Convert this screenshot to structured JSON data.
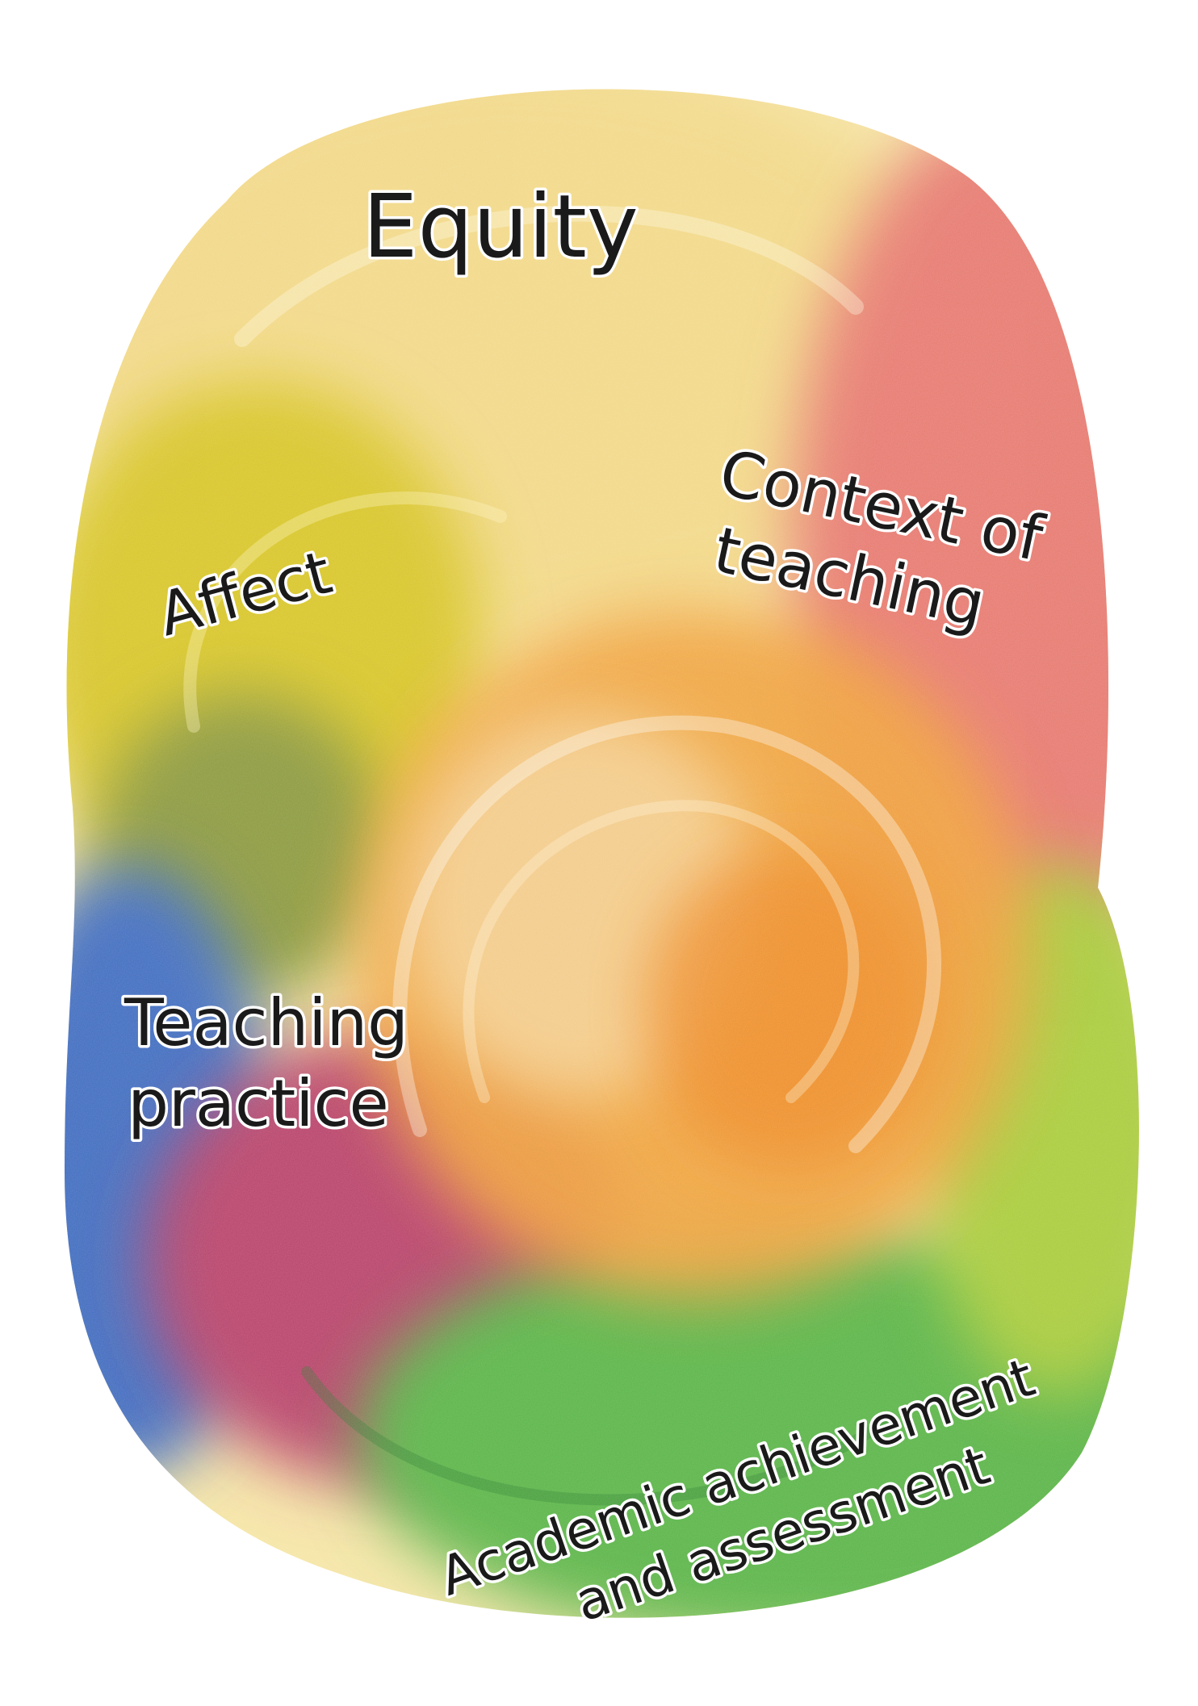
{
  "diagram": {
    "regions": [
      {
        "id": "equity",
        "color": "#f2d77a"
      },
      {
        "id": "context",
        "color": "#e8766f"
      },
      {
        "id": "affect",
        "color": "#dccb2a"
      },
      {
        "id": "core",
        "color": "#f0a040"
      },
      {
        "id": "teaching",
        "color": "#b8436a"
      },
      {
        "id": "blue",
        "color": "#3c6cc0"
      },
      {
        "id": "academic",
        "color": "#5cb648"
      }
    ],
    "labels": {
      "equity": "Equity",
      "affect": "Affect",
      "context_line1": "Context of",
      "context_line2": "teaching",
      "teaching_line1": "Teaching",
      "teaching_line2": "practice",
      "academic_line1": "Academic achievement",
      "academic_line2": "and assessment"
    }
  }
}
